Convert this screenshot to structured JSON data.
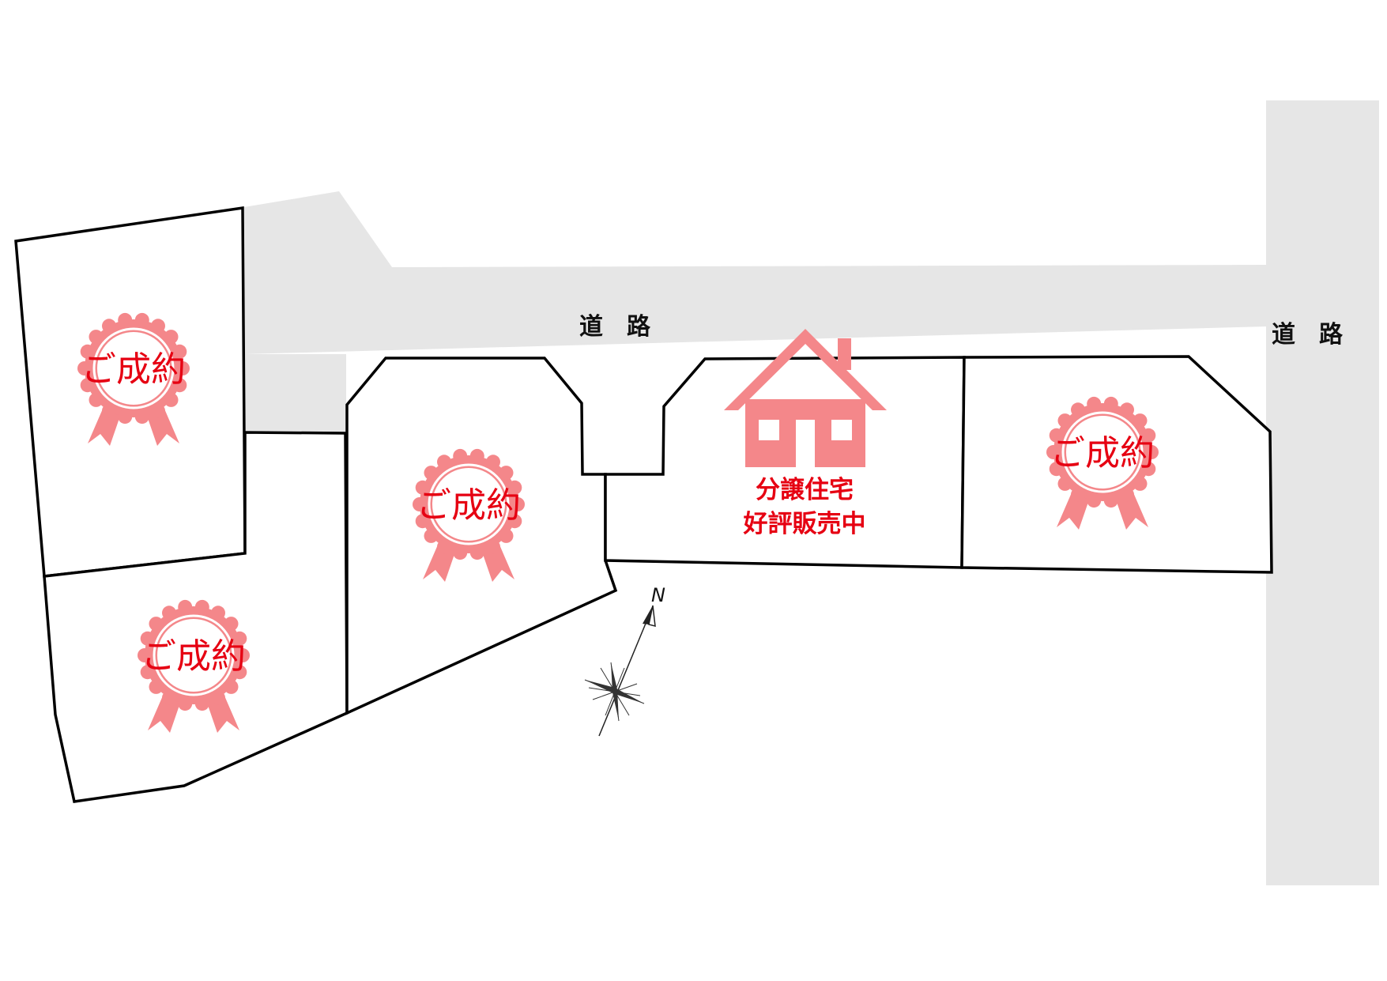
{
  "roads": {
    "top_label": "道路",
    "right_label": "道路"
  },
  "lots": [
    {
      "id": "lot-1",
      "status": "ご成約"
    },
    {
      "id": "lot-2",
      "status": "ご成約"
    },
    {
      "id": "lot-3",
      "status": "ご成約"
    },
    {
      "id": "lot-4",
      "status_line1": "分譲住宅",
      "status_line2": "好評販売中"
    },
    {
      "id": "lot-5",
      "status": "ご成約"
    }
  ],
  "compass": {
    "north_label": "N"
  },
  "colors": {
    "road": "#e6e6e6",
    "badge": "#f4878a",
    "status_text": "#e60012",
    "boundary": "#000000"
  },
  "icons": [
    "sold-rosette-icon",
    "house-icon",
    "compass-rose-icon"
  ]
}
